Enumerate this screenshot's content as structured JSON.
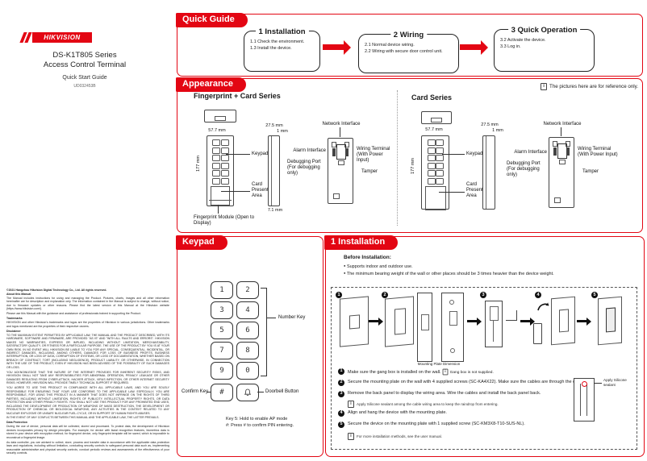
{
  "colors": {
    "accent_red": "#e30613"
  },
  "cover": {
    "brand": "HIKVISION",
    "series": "DS-K1T805 Series",
    "product": "Access Control Terminal",
    "doc_type": "Quick Start Guide",
    "doc_code": "UD032453B"
  },
  "quick_guide": {
    "title": "Quick Guide",
    "steps": [
      {
        "title": "1 Installation",
        "lines": [
          "1.1 Check the environment.",
          "1.3 Install the device."
        ]
      },
      {
        "title": "2 Wiring",
        "lines": [
          "2.1 Normal device wiring.",
          "2.2 Wiring with secure door control unit."
        ]
      },
      {
        "title": "3 Quick Operation",
        "lines": [
          "3.2 Activate the device.",
          "3.3 Log in."
        ]
      }
    ]
  },
  "appearance": {
    "title": "Appearance",
    "reference_note": "The pictures here are for reference only.",
    "fingerprint": {
      "heading": "Fingerprint + Card Series",
      "dims": {
        "width": "57.7 mm",
        "height": "177 mm",
        "depth": "27.5 mm",
        "edge": "1 mm",
        "bottom": "7.1 mm"
      },
      "labels": {
        "keypad": "Keypad",
        "card_area": "Card Presenting Area",
        "fp_module": "Fingerprint Module (Open to Display)",
        "network": "Network Interface",
        "alarm": "Alarm Interface",
        "debug": "Debugging Port (For debugging only)",
        "wiring": "Wiring Terminal (With Power Input)",
        "tamper": "Tamper"
      }
    },
    "card": {
      "heading": "Card Series",
      "dims": {
        "width": "57.7 mm",
        "height": "177 mm",
        "depth": "27.5 mm",
        "edge": "1 mm"
      },
      "labels": {
        "keypad": "Keypad",
        "card_area": "Card Presenting Area",
        "network": "Network Interface",
        "alarm": "Alarm Interface",
        "debug": "Debugging Port (For debugging only)",
        "wiring": "Wiring Terminal (With Power Input)",
        "tamper": "Tamper"
      }
    }
  },
  "keypad": {
    "title": "Keypad",
    "keys": [
      "1",
      "2",
      "3",
      "4",
      "5",
      "6",
      "7",
      "8",
      "9",
      "0",
      "#"
    ],
    "label_number": "Number Key",
    "label_confirm": "Confirm Key",
    "label_doorbell": "Doorbell Button",
    "notes": [
      "Key 5: Hold to enable AP mode",
      "#: Press # to confirm PIN entering."
    ]
  },
  "installation": {
    "title": "1 Installation",
    "before_heading": "Before Installation:",
    "before_items": [
      "Supports indoor and outdoor use.",
      "The minimum bearing weight of the wall or other places should be 3 times heavier than the device weight."
    ],
    "figure_steps": [
      "1",
      "2",
      "3",
      "4",
      "5"
    ],
    "figure_caption": "Mounting Plate Dimension",
    "sealant_label": "Apply Silicone sealant",
    "steps": [
      {
        "num": "1",
        "text": "Make sure the gang box is installed on the wall.",
        "inline_note": "Gang box is not supplied."
      },
      {
        "num": "2",
        "text": "Secure the mounting plate on the wall with 4 supplied screws (SC-KA4X22). Make sure the cables are through the cable hole."
      },
      {
        "num": "3",
        "text": "Remove the back panel to display the wiring area. Wire the cables and install the back panel back.",
        "note": "Apply Silicone sealant among the cable wiring area to keep the raindrop from entering."
      },
      {
        "num": "4",
        "text": "Align and hang the device with the mounting plate."
      },
      {
        "num": "5",
        "text": "Secure the device on the mounting plate with 1 supplied screw (SC-KM3X8-T10-SUS-NL).",
        "note": "For more installation methods, see the user manual."
      }
    ]
  },
  "legal": {
    "copyright": "©2021 Hangzhou Hikvision Digital Technology Co., Ltd. All rights reserved.",
    "h_about": "About this Manual",
    "p_about1": "The Manual includes instructions for using and managing the Product. Pictures, charts, images and all other information hereinafter are for description and explanation only. The information contained in the Manual is subject to change, without notice, due to firmware updates or other reasons. Please find the latest version of this Manual at the Hikvision website (https://www.hikvision.com/).",
    "p_about2": "Please use this Manual with the guidance and assistance of professionals trained in supporting the Product.",
    "h_trademarks": "Trademarks",
    "p_trademarks": "HIKVISION and other Hikvision's trademarks and logos are the properties of Hikvision in various jurisdictions. Other trademarks and logos mentioned are the properties of their respective owners.",
    "h_disclaimer": "Disclaimer",
    "p_disc1": "TO THE MAXIMUM EXTENT PERMITTED BY APPLICABLE LAW, THE MANUAL AND THE PRODUCT DESCRIBED, WITH ITS HARDWARE, SOFTWARE AND FIRMWARE, ARE PROVIDED \"AS IS\" AND \"WITH ALL FAULTS AND ERRORS\". HIKVISION MAKES NO WARRANTIES, EXPRESS OR IMPLIED, INCLUDING WITHOUT LIMITATION, MERCHANTABILITY, SATISFACTORY QUALITY, OR FITNESS FOR A PARTICULAR PURPOSE. THE USE OF THE PRODUCT BY YOU IS AT YOUR OWN RISK. IN NO EVENT WILL HIKVISION BE LIABLE TO YOU FOR ANY SPECIAL, CONSEQUENTIAL, INCIDENTAL, OR INDIRECT DAMAGES, INCLUDING, AMONG OTHERS, DAMAGES FOR LOSS OF BUSINESS PROFITS, BUSINESS INTERRUPTION, OR LOSS OF DATA, CORRUPTION OF SYSTEMS, OR LOSS OF DOCUMENTATION, WHETHER BASED ON BREACH OF CONTRACT, TORT (INCLUDING NEGLIGENCE), PRODUCT LIABILITY, OR OTHERWISE, IN CONNECTION WITH THE USE OF THE PRODUCT, EVEN IF HIKVISION HAS BEEN ADVISED OF THE POSSIBILITY OF SUCH DAMAGES OR LOSS.",
    "p_disc2": "YOU ACKNOWLEDGE THAT THE NATURE OF THE INTERNET PROVIDES FOR INHERENT SECURITY RISKS, AND HIKVISION SHALL NOT TAKE ANY RESPONSIBILITIES FOR ABNORMAL OPERATION, PRIVACY LEAKAGE OR OTHER DAMAGES RESULTING FROM CYBER-ATTACK, HACKER ATTACK, VIRUS INFECTION, OR OTHER INTERNET SECURITY RISKS; HOWEVER, HIKVISION WILL PROVIDE TIMELY TECHNICAL SUPPORT IF REQUIRED.",
    "p_disc3": "YOU AGREE TO USE THIS PRODUCT IN COMPLIANCE WITH ALL APPLICABLE LAWS, AND YOU ARE SOLELY RESPONSIBLE FOR ENSURING THAT YOUR USE CONFORMS TO THE APPLICABLE LAW. ESPECIALLY, YOU ARE RESPONSIBLE, FOR USING THIS PRODUCT IN A MANNER THAT DOES NOT INFRINGE ON THE RIGHTS OF THIRD PARTIES, INCLUDING WITHOUT LIMITATION, RIGHTS OF PUBLICITY, INTELLECTUAL PROPERTY RIGHTS, OR DATA PROTECTION AND OTHER PRIVACY RIGHTS. YOU SHALL NOT USE THIS PRODUCT FOR ANY PROHIBITED END USES, INCLUDING THE DEVELOPMENT OR PRODUCTION OF WEAPONS OF MASS DESTRUCTION, THE DEVELOPMENT OR PRODUCTION OF CHEMICAL OR BIOLOGICAL WEAPONS, ANY ACTIVITIES IN THE CONTEXT RELATED TO ANY NUCLEAR EXPLOSIVE OR UNSAFE NUCLEAR FUEL-CYCLE, OR IN SUPPORT OF HUMAN RIGHTS ABUSES.",
    "p_disc4": "IN THE EVENT OF ANY CONFLICTS BETWEEN THIS MANUAL AND THE APPLICABLE LAW, THE LATTER PREVAILS.",
    "h_data": "Data Protection",
    "p_data1": "During the use of device, personal data will be collected, stored and processed. To protect data, the development of Hikvision devices incorporates privacy by design principles. For example, for device with facial recognition features, biometrics data is stored in your device with encryption method; for fingerprint device, only fingerprint template will be saved, which is impossible to reconstruct a fingerprint image.",
    "p_data2": "As data controller, you are advised to collect, store, process and transfer data in accordance with the applicable data protection laws and regulations, including without limitation, conducting security controls to safeguard personal data such as, implementing reasonable administrative and physical security controls, conduct periodic reviews and assessments of the effectiveness of your security controls."
  }
}
